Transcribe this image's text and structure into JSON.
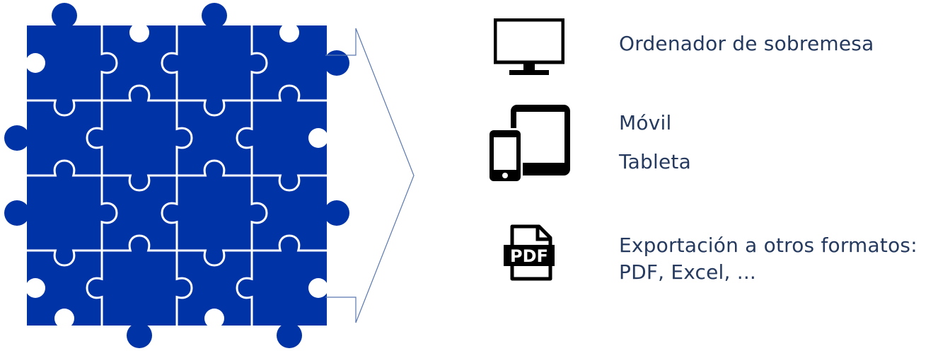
{
  "colors": {
    "puzzle": "#0033a6",
    "seam": "#ffffff",
    "arrow": "#5a78b0",
    "icon": "#000000",
    "text": "#253a5e"
  },
  "icons": {
    "desktop": "desktop-monitor-icon",
    "devices": "tablet-phone-icon",
    "pdf": "pdf-file-icon"
  },
  "items": {
    "desktop": "Ordenador de sobremesa",
    "mobile": "Móvil",
    "tablet": "Tableta",
    "export_line1": "Exportación a otros formatos:",
    "export_line2": "PDF, Excel, ..."
  },
  "pdf_badge": "PDF"
}
